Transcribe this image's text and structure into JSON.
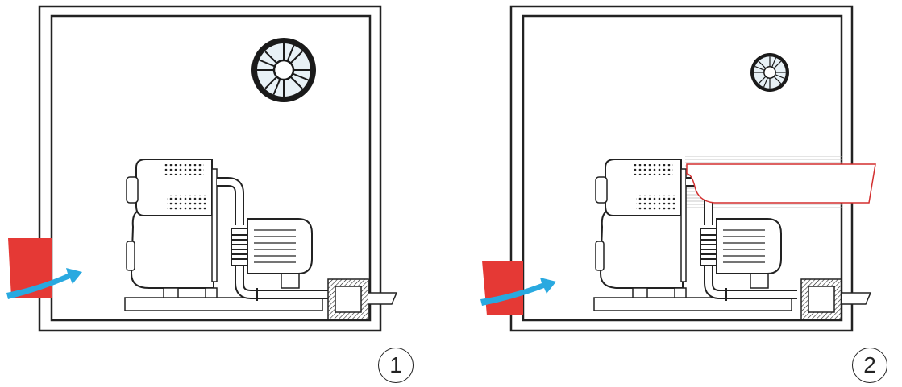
{
  "panels": [
    {
      "id": "1",
      "label": "1",
      "fan_size": "large",
      "duct": false
    },
    {
      "id": "2",
      "label": "2",
      "fan_size": "small",
      "duct": true
    }
  ],
  "colors": {
    "line": "#222222",
    "inlet_red": "#e53935",
    "airflow_blue": "#29a9e0",
    "duct_outline": "#d32f2f",
    "fan_fill": "#e8f1f6"
  },
  "icons": [
    "fan-icon",
    "airflow-arrow-icon",
    "air-inlet-icon",
    "muffler-icon",
    "exhaust-pipe-icon",
    "duct-icon"
  ]
}
